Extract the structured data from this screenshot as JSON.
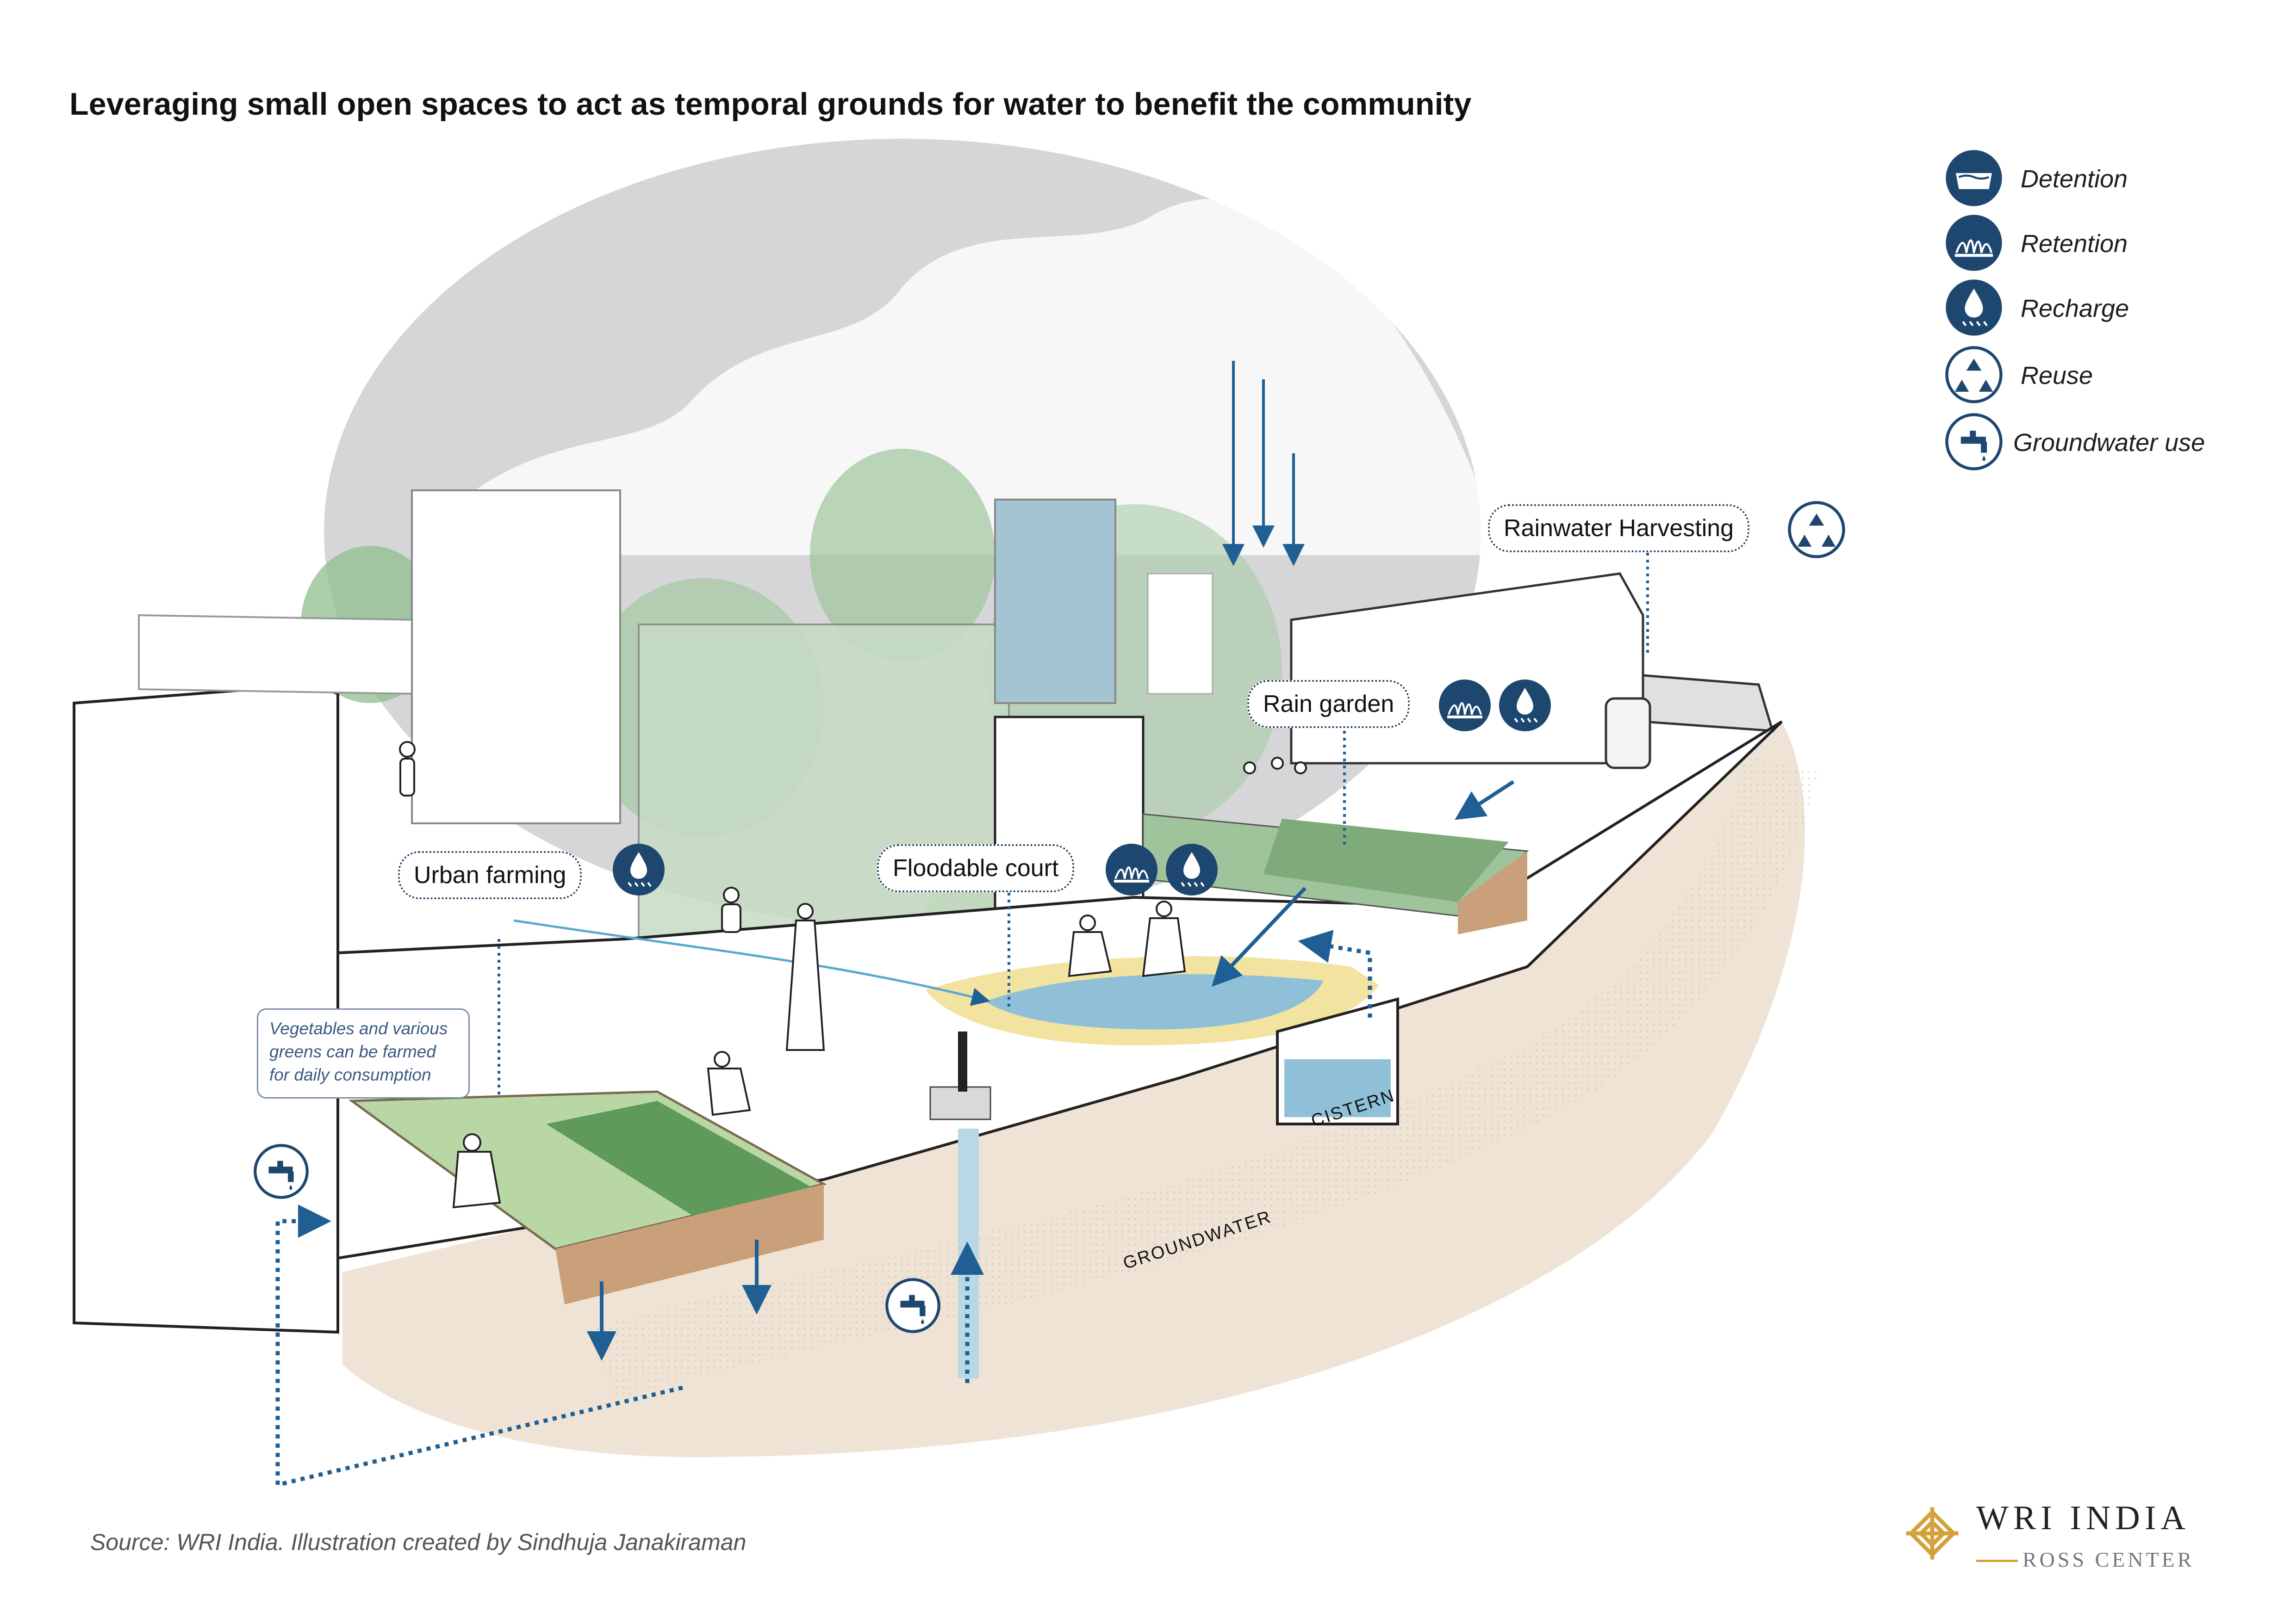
{
  "title": "Leveraging small open spaces to act as temporal grounds for water to benefit the community",
  "legend": [
    {
      "label": "Detention",
      "icon": "detention-icon"
    },
    {
      "label": "Retention",
      "icon": "retention-icon"
    },
    {
      "label": "Recharge",
      "icon": "recharge-icon"
    },
    {
      "label": "Reuse",
      "icon": "reuse-icon"
    },
    {
      "label": "Groundwater use",
      "icon": "groundwater-use-icon"
    }
  ],
  "callouts": {
    "urban_farming": "Urban farming",
    "floodable_court": "Floodable court",
    "rain_garden": "Rain garden",
    "rainwater_harvesting": "Rainwater Harvesting"
  },
  "note": "Vegetables and various greens can be farmed for daily consumption",
  "labels": {
    "cistern": "CISTERN",
    "groundwater": "GROUNDWATER"
  },
  "source": "Source: WRI India. Illustration created by Sindhuja Janakiraman",
  "logo": {
    "main": "WRI INDIA",
    "sub": "ROSS CENTER"
  },
  "colors": {
    "icon_navy": "#1e4770",
    "water_blue": "#8fc0d8",
    "arrow_blue": "#1f5f93",
    "foliage_green": "#9fc49c",
    "sky_grey": "#d6d6d8",
    "soil": "#e8d6c3",
    "logo_gold": "#d4a23a"
  }
}
